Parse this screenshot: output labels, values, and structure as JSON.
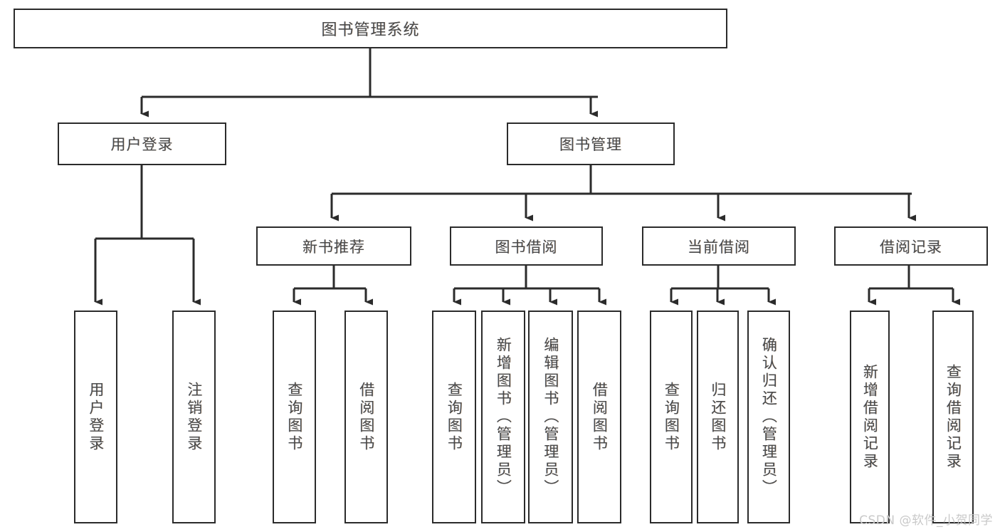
{
  "diagram": {
    "title": "图书管理系统",
    "type": "hierarchy-tree",
    "orientation": "top-down",
    "colors": {
      "box_border": "#2b2b2b",
      "box_fill": "#ffffff",
      "text": "#4a4a4a",
      "connector": "#2b2b2b",
      "watermark": "#c9c9c9"
    }
  },
  "root": {
    "label": "图书管理系统"
  },
  "level1": [
    {
      "id": "user-login",
      "label": "用户登录"
    },
    {
      "id": "book-manage",
      "label": "图书管理"
    }
  ],
  "level2": [
    {
      "id": "new-book-recommend",
      "label": "新书推荐"
    },
    {
      "id": "book-borrow",
      "label": "图书借阅"
    },
    {
      "id": "current-borrow",
      "label": "当前借阅"
    },
    {
      "id": "borrow-record",
      "label": "借阅记录"
    }
  ],
  "leaves": {
    "user_login": [
      {
        "id": "leaf-user-login",
        "label": "用户登录"
      },
      {
        "id": "leaf-logout-login",
        "label": "注销登录"
      }
    ],
    "new_book_recommend": [
      {
        "id": "leaf-query-book-1",
        "label": "查询图书"
      },
      {
        "id": "leaf-borrow-book-1",
        "label": "借阅图书"
      }
    ],
    "book_borrow": [
      {
        "id": "leaf-query-book-2",
        "label": "查询图书"
      },
      {
        "id": "leaf-add-book",
        "label": "新增图书（管理员）"
      },
      {
        "id": "leaf-edit-book",
        "label": "编辑图书（管理员）"
      },
      {
        "id": "leaf-borrow-book-2",
        "label": "借阅图书"
      }
    ],
    "current_borrow": [
      {
        "id": "leaf-query-book-3",
        "label": "查询图书"
      },
      {
        "id": "leaf-return-book",
        "label": "归还图书"
      },
      {
        "id": "leaf-confirm-return",
        "label": "确认归还（管理员）"
      }
    ],
    "borrow_record": [
      {
        "id": "leaf-add-borrow-record",
        "label": "新增借阅记录"
      },
      {
        "id": "leaf-query-borrow-record",
        "label": "查询借阅记录"
      }
    ]
  },
  "watermark": {
    "text": "CSDN @软件_小贺同学"
  }
}
